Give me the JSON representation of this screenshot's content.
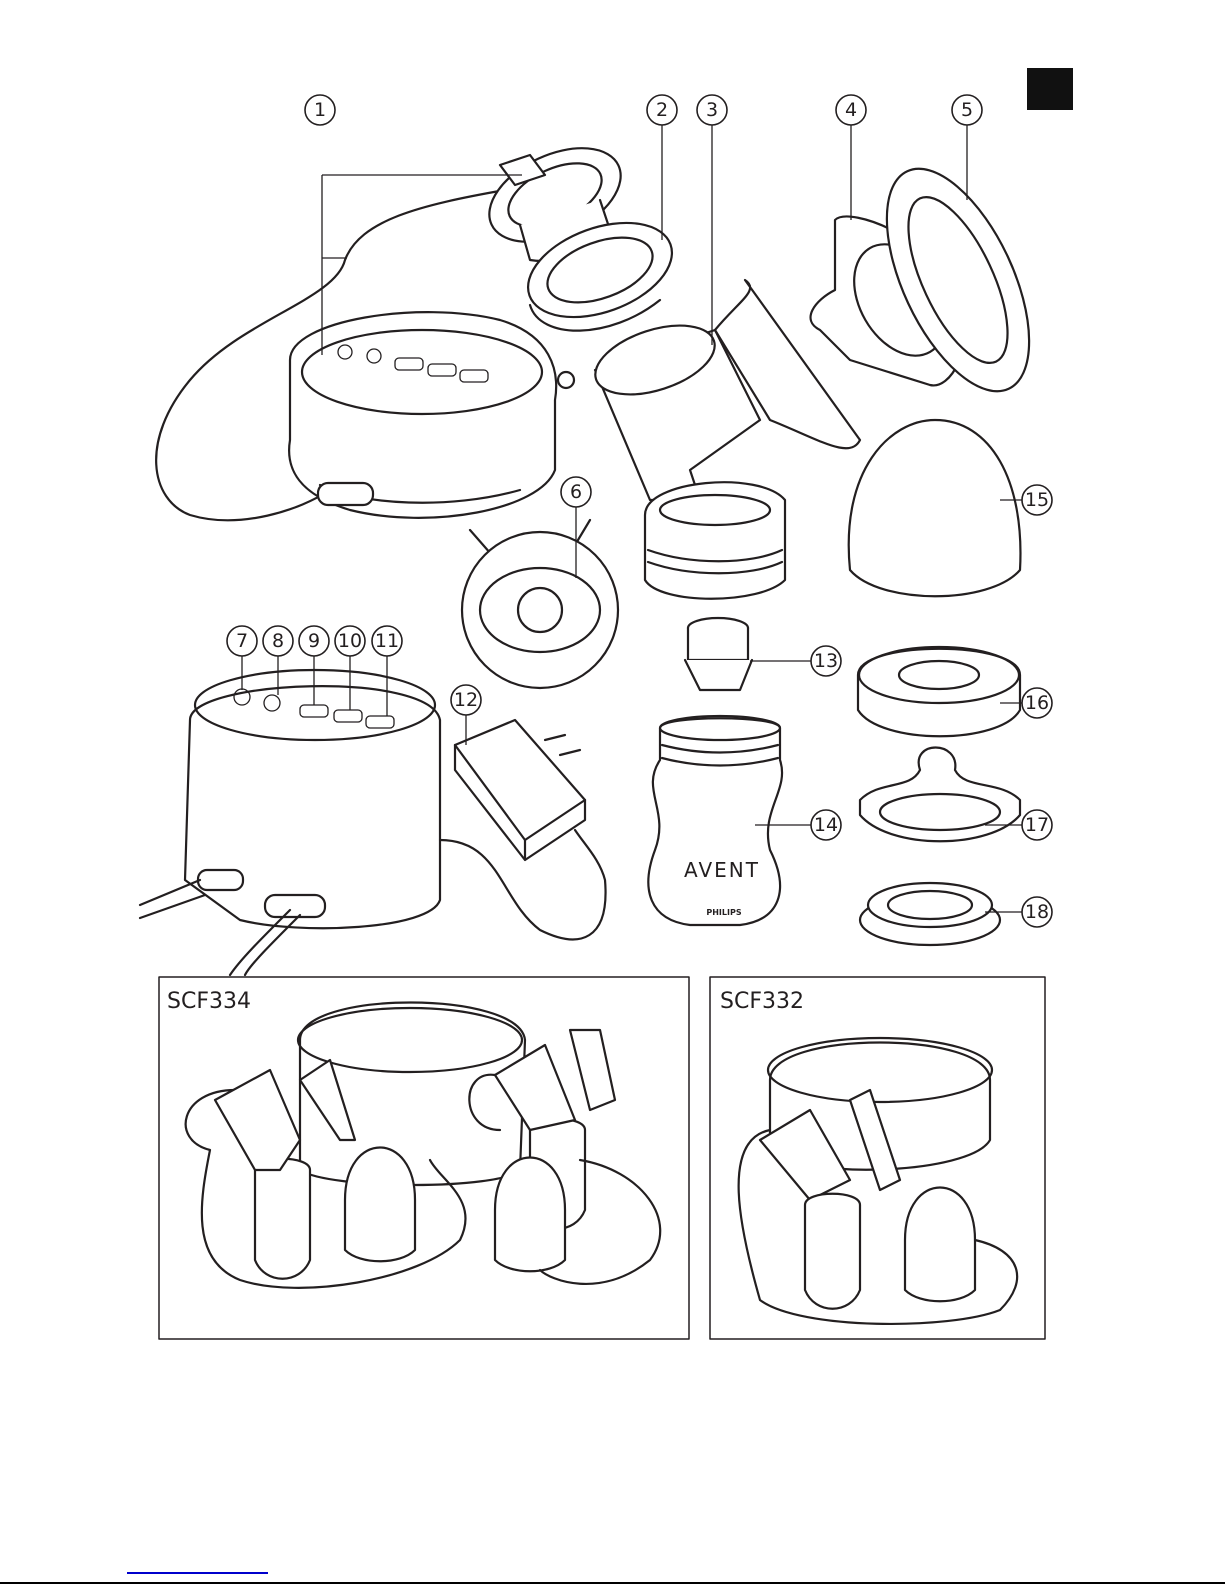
{
  "callouts": [
    "1",
    "2",
    "3",
    "4",
    "5",
    "6",
    "7",
    "8",
    "9",
    "10",
    "11",
    "12",
    "13",
    "14",
    "15",
    "16",
    "17",
    "18"
  ],
  "bottle_brand": "AVENT",
  "bottle_maker": "PHILIPS",
  "models": {
    "left": "SCF334",
    "right": "SCF332"
  },
  "colors": {
    "line": "#231f20",
    "link": "#0000cc",
    "tab": "#000000"
  }
}
